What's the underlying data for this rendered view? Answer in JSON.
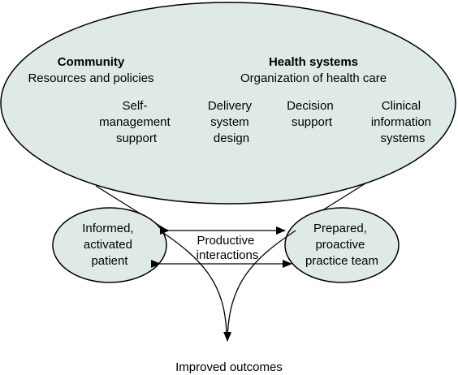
{
  "diagram": {
    "colors": {
      "ellipse_fill": "#dfeae8",
      "outline": "#000000",
      "text": "#000000",
      "background": "#ffffff"
    },
    "community": {
      "heading": "Community",
      "subheading": "Resources and policies",
      "components": [
        [
          "Self-",
          "management",
          "support"
        ]
      ]
    },
    "health_systems": {
      "heading": "Health systems",
      "subheading": "Organization of health care",
      "components": [
        [
          "Delivery",
          "system",
          "design"
        ],
        [
          "Decision",
          "support"
        ],
        [
          "Clinical",
          "information",
          "systems"
        ]
      ]
    },
    "patient": [
      "Informed,",
      "activated",
      "patient"
    ],
    "team": [
      "Prepared,",
      "proactive",
      "practice team"
    ],
    "interactions": [
      "Productive",
      "interactions"
    ],
    "outcome": "Improved outcomes"
  }
}
